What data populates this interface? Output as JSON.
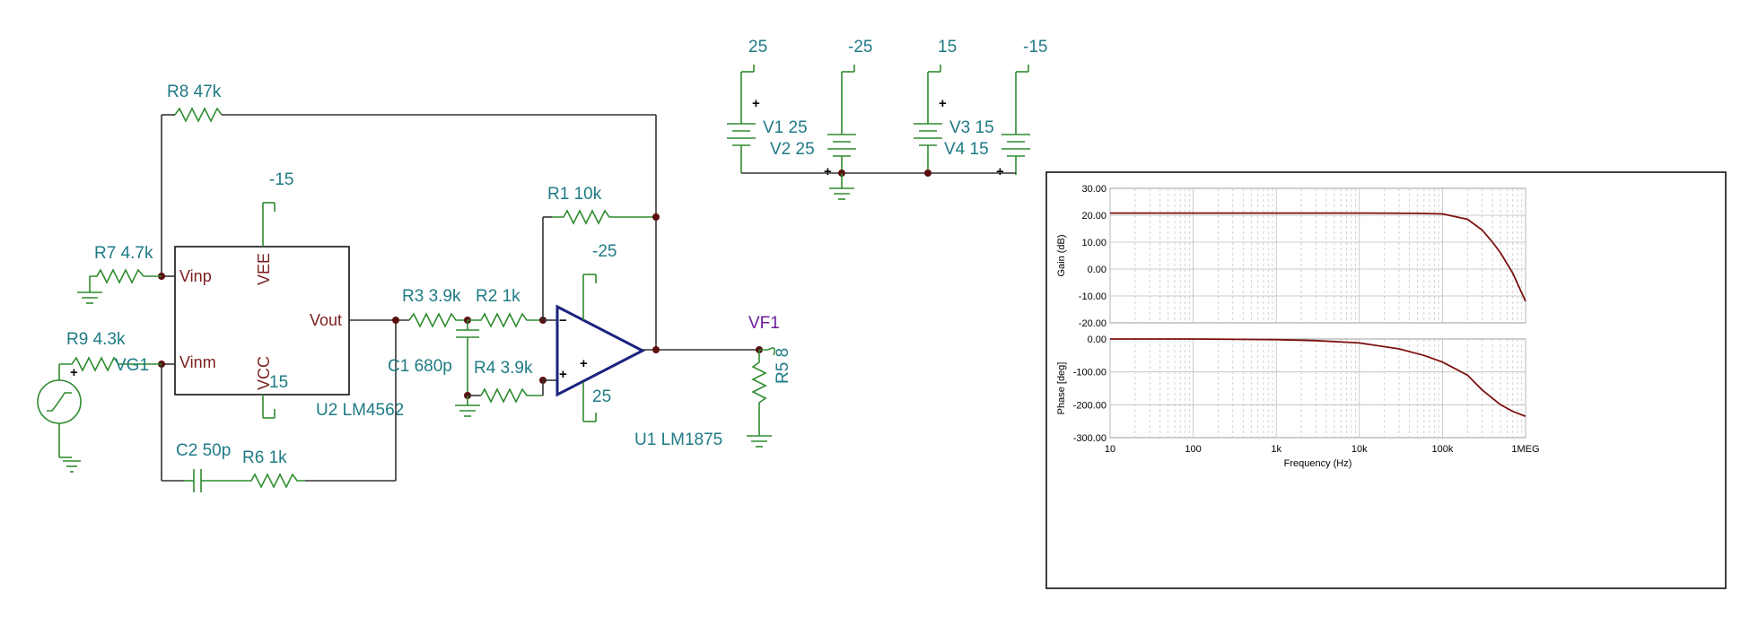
{
  "schematic": {
    "power": {
      "v1_rail": "25",
      "v2_rail": "-25",
      "v3_rail": "15",
      "v4_rail": "-15",
      "v1": "V1 25",
      "v2": "V2 25",
      "v3": "V3 15",
      "v4": "V4 15"
    },
    "components": {
      "r8": "R8 47k",
      "r7": "R7 4.7k",
      "r9": "R9 4.3k",
      "vg1": "VG1",
      "u2_vee_rail": "-15",
      "u2_vcc_rail": "15",
      "u2": "U2 LM4562",
      "c2": "C2 50p",
      "r6": "R6 1k",
      "r1": "R1 10k",
      "r3": "R3 3.9k",
      "r2": "R2 1k",
      "c1": "C1 680p",
      "r4": "R4 3.9k",
      "u1_neg_rail": "-25",
      "u1_pos_rail": "25",
      "u1": "U1 LM1875",
      "vf1": "VF1",
      "r5": "R5 8"
    },
    "pins": {
      "vinp": "Vinp",
      "vinm": "Vinm",
      "vee": "VEE",
      "vcc": "VCC",
      "vout": "Vout",
      "minus": "−",
      "plus": "+"
    }
  },
  "colors": {
    "component": "#2e8b2e",
    "label": "#1f7b85",
    "opamp": "#1a237e",
    "curve": "#7b1010"
  },
  "chart_data": {
    "type": "line",
    "xlabel": "Frequency (Hz)",
    "x_scale": "log",
    "xlim": [
      10,
      1000000
    ],
    "x_ticks": [
      "10",
      "100",
      "1k",
      "10k",
      "100k",
      "1MEG"
    ],
    "series": [
      {
        "name": "Gain (dB)",
        "ylabel": "Gain (dB)",
        "ylim": [
          -20,
          30
        ],
        "y_ticks": [
          "30.00",
          "20.00",
          "10.00",
          "0.00",
          "-10.00",
          "-20.00"
        ],
        "x": [
          10,
          100,
          1000,
          10000,
          50000,
          100000,
          200000,
          300000,
          400000,
          500000,
          700000,
          1000000
        ],
        "y": [
          20.8,
          20.8,
          20.8,
          20.8,
          20.7,
          20.5,
          18.5,
          14.5,
          10.0,
          6.0,
          -1.5,
          -12.0
        ]
      },
      {
        "name": "Phase [deg]",
        "ylabel": "Phase [deg]",
        "ylim": [
          -300,
          0
        ],
        "y_ticks": [
          "0.00",
          "-100.00",
          "-200.00",
          "-300.00"
        ],
        "x": [
          10,
          100,
          1000,
          3000,
          10000,
          30000,
          60000,
          100000,
          200000,
          300000,
          500000,
          700000,
          1000000
        ],
        "y": [
          0,
          0,
          -2,
          -5,
          -12,
          -30,
          -50,
          -70,
          -110,
          -155,
          -200,
          -220,
          -235
        ]
      }
    ],
    "grid": true
  }
}
